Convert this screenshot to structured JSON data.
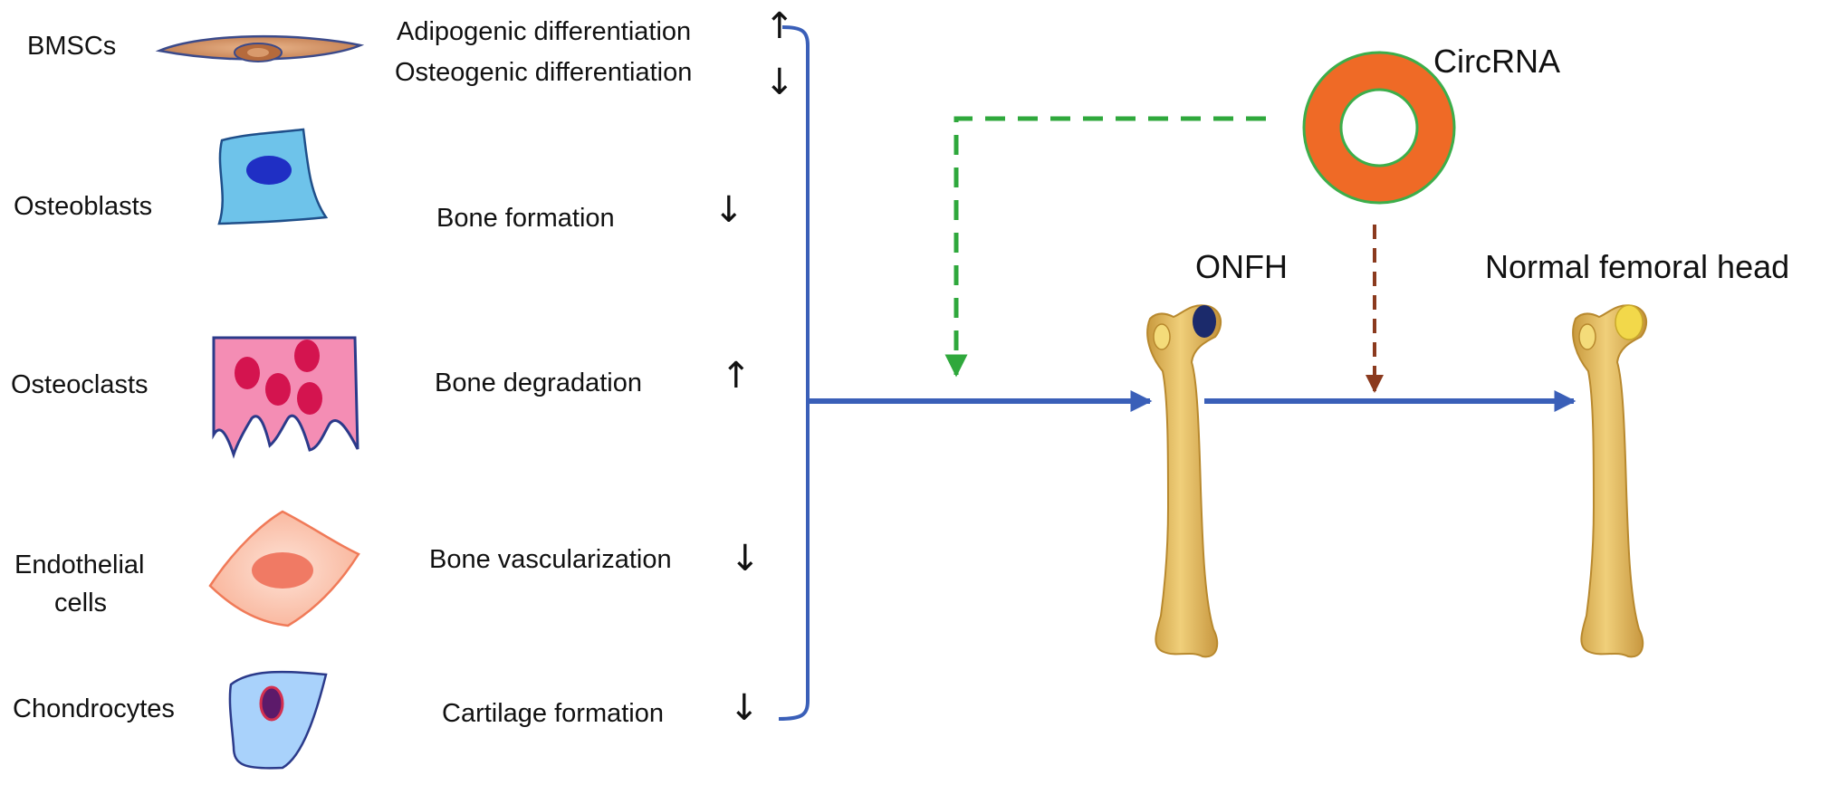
{
  "cells": [
    {
      "label_lines": [
        "BMSCs"
      ],
      "effects": [
        {
          "text": "Adipogenic differentiation",
          "arrow": "↑"
        },
        {
          "text": "Osteogenic differentiation",
          "arrow": "↓"
        }
      ]
    },
    {
      "label_lines": [
        "Osteoblasts"
      ],
      "effects": [
        {
          "text": "Bone formation",
          "arrow": "↓"
        }
      ]
    },
    {
      "label_lines": [
        "Osteoclasts"
      ],
      "effects": [
        {
          "text": "Bone degradation",
          "arrow": "↑"
        }
      ]
    },
    {
      "label_lines": [
        "Endothelial",
        "cells"
      ],
      "effects": [
        {
          "text": "Bone vascularization",
          "arrow": "↓"
        }
      ]
    },
    {
      "label_lines": [
        "Chondrocytes"
      ],
      "effects": [
        {
          "text": "Cartilage formation",
          "arrow": "↓"
        }
      ]
    }
  ],
  "circrna_label": "CircRNA",
  "onfh_label": "ONFH",
  "normal_label": "Normal femoral head",
  "colors": {
    "bracket": "#3a5fb8",
    "main_arrow": "#3a5fb8",
    "circrna_ring": "#ef6a26",
    "circrna_outline": "#3cae4a",
    "green_dashed": "#2fa83c",
    "brown_dashed": "#8b3a1e",
    "bone_fill": "#e2b85a",
    "bone_stroke": "#b8892e",
    "necrosis": "#1b2a6b",
    "normal_head": "#f2d84a",
    "bmsc_fill": "#d08a5e",
    "osteoblast_fill": "#6ec3ea",
    "osteoblast_nucleus": "#1f2fc4",
    "osteoclast_fill": "#f48db4",
    "osteoclast_nucleus": "#d4144f",
    "endothelial_fill": "#fbc2a8",
    "endothelial_nucleus": "#f07a64",
    "chondrocyte_fill": "#a9d2fb",
    "chondrocyte_nucleus": "#5c1a6a"
  }
}
